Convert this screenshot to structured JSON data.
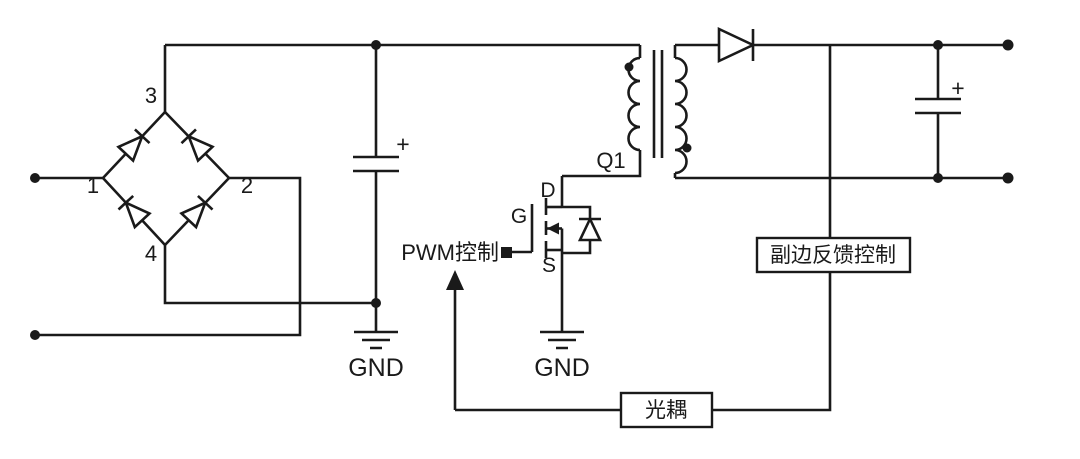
{
  "diagram": {
    "type": "circuit-schematic",
    "background": "#ffffff",
    "ink_color": "#1a1a1a",
    "labels": {
      "bridge_pin1": "1",
      "bridge_pin2": "2",
      "bridge_pin3": "3",
      "bridge_pin4": "4",
      "bulk_cap_plus": "+",
      "bulk_gnd": "GND",
      "pwm_control": "PWM控制",
      "mosfet_drain": "D",
      "mosfet_gate": "G",
      "mosfet_source": "S",
      "mosfet_ref": "Q1",
      "mosfet_gnd": "GND",
      "feedback_control": "副边反馈控制",
      "optocoupler": "光耦",
      "output_cap_plus": "+"
    }
  }
}
